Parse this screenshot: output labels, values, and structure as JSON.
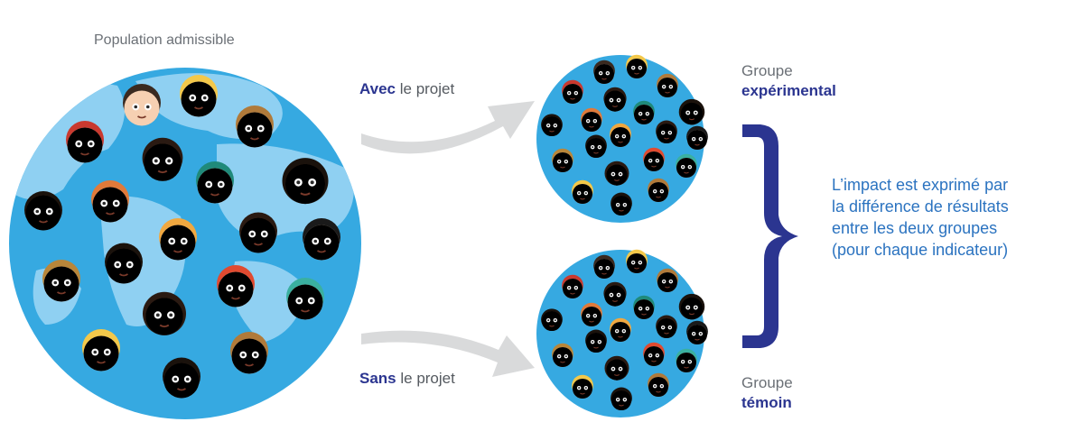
{
  "population_label": "Population admissible",
  "arrows": {
    "with": {
      "strong": "Avec",
      "rest": " le projet"
    },
    "without": {
      "strong": "Sans",
      "rest": " le projet"
    }
  },
  "groups": {
    "experimental": {
      "line1": "Groupe",
      "line2": "expérimental"
    },
    "control": {
      "line1": "Groupe",
      "line2": "témoin"
    }
  },
  "impact_text": [
    "L’impact est exprimé par",
    "la différence de résultats",
    "entre les deux groupes",
    "(pour chaque indicateur)"
  ],
  "colors": {
    "ocean": "#36a9e1",
    "land": "#8fd0f2",
    "brace": "#2b3590",
    "arrow": "#d9dadb",
    "impact_text": "#2b73c0",
    "emphasis": "#2b3590"
  },
  "icons": [
    "globe-icon",
    "face-icon",
    "curved-arrow-icon",
    "curly-brace-icon"
  ]
}
